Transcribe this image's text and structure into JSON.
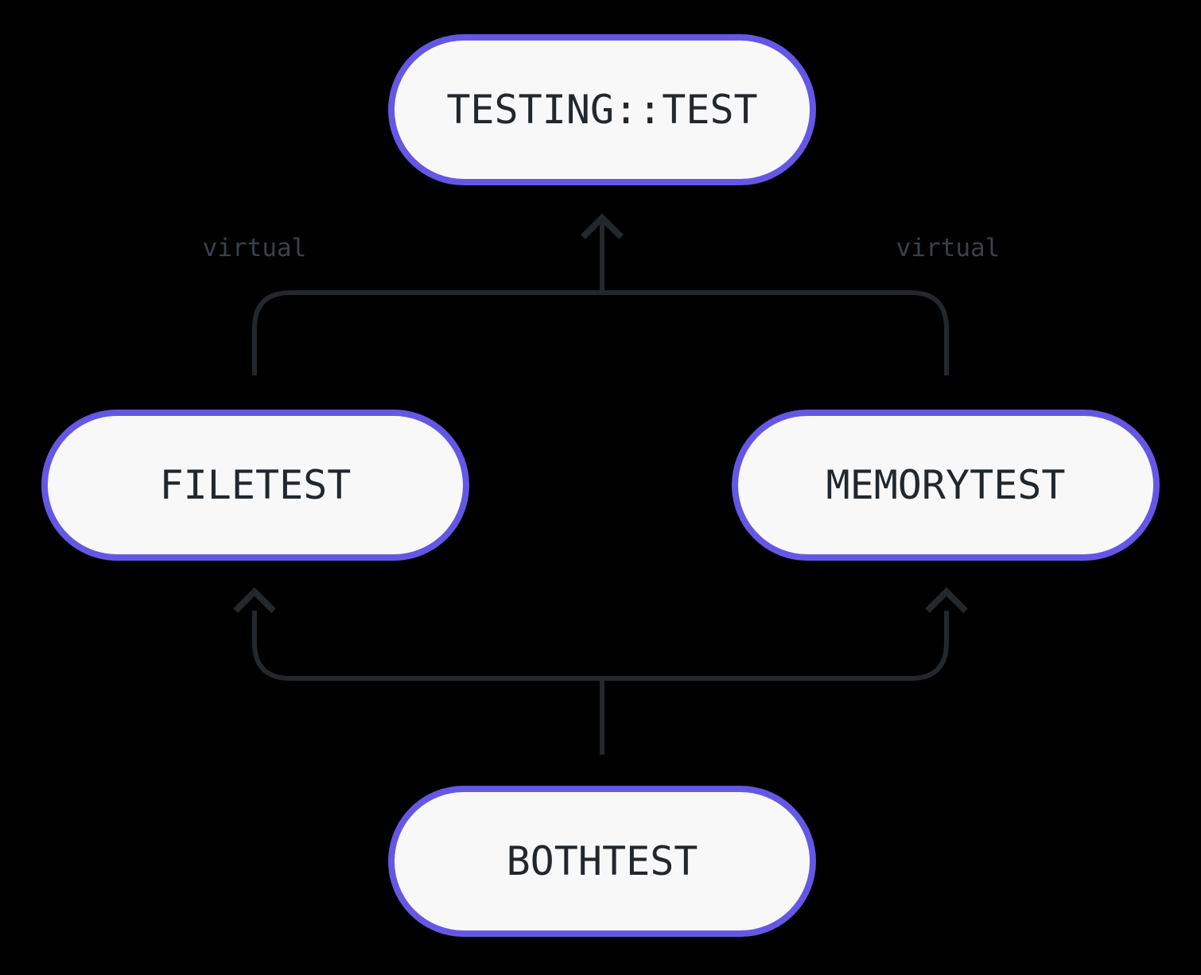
{
  "diagram": {
    "kind": "inheritance-flowchart",
    "nodes": [
      {
        "id": "testing-test",
        "label": "TESTING::TEST",
        "shape": "stadium"
      },
      {
        "id": "filetest",
        "label": "FILETEST",
        "shape": "stadium"
      },
      {
        "id": "memorytest",
        "label": "MEMORYTEST",
        "shape": "stadium"
      },
      {
        "id": "bothtest",
        "label": "BOTHTEST",
        "shape": "stadium"
      }
    ],
    "edges": [
      {
        "from": "filetest",
        "to": "testing-test",
        "label": "virtual",
        "arrow": "up-chevron"
      },
      {
        "from": "memorytest",
        "to": "testing-test",
        "label": "virtual",
        "arrow": "up-chevron"
      },
      {
        "from": "bothtest",
        "to": "filetest",
        "label": "",
        "arrow": "up-chevron"
      },
      {
        "from": "bothtest",
        "to": "memorytest",
        "label": "",
        "arrow": "up-chevron"
      }
    ],
    "colors": {
      "background": "#000000",
      "node_fill": "#f8f8f8",
      "node_border": "#6557e5",
      "node_text": "#22272c",
      "edge_line": "#23282d",
      "edge_label_text": "#3a414a"
    }
  }
}
